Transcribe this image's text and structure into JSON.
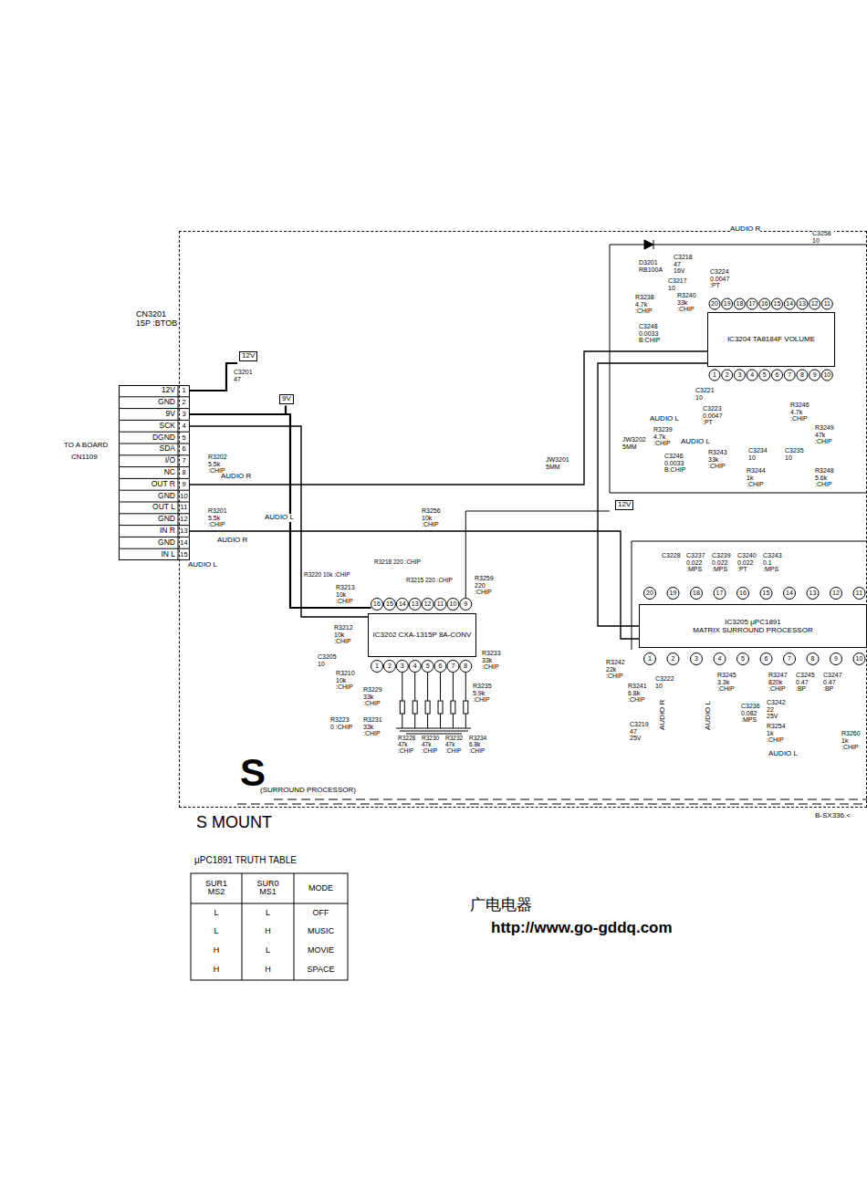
{
  "diagram": {
    "nodes": [
      {
        "text": [
          "S",
          "(SURROUND PROCESSOR)"
        ]
      },
      {
        "text": [
          "CN3201 15P :BTOB"
        ]
      },
      {
        "text": [
          "IC3202 CXA-1315P 8A-CONV"
        ],
        "in": 0
      },
      {
        "text": [
          "IC3204 TA8184F VOLUME"
        ],
        "in": 0
      },
      {
        "text": [
          "IC3205 μPC1891",
          "MATRIX SURROUND PROCESSOR"
        ],
        "in": 0
      }
    ],
    "edges": [
      {
        "from": 1,
        "to": 2,
        "arrow": "none"
      },
      {
        "from": 1,
        "to": 3,
        "arrow": "none"
      },
      {
        "from": 3,
        "to": 4,
        "arrow": "none"
      },
      {
        "from": 1,
        "to": 4,
        "arrow": "none"
      }
    ],
    "labels": [
      "TO A BOARD",
      "CN1109",
      "12V",
      "GND",
      "9V",
      "SCK",
      "DGND",
      "SDA",
      "I/O",
      "NC",
      "OUT R",
      "GND",
      "OUT L",
      "GND",
      "IN R",
      "GND",
      "IN L",
      "1",
      "2",
      "3",
      "4",
      "5",
      "6",
      "7",
      "8",
      "9",
      "10",
      "11",
      "12",
      "13",
      "14",
      "15",
      "12V",
      "C3201 47",
      "9V",
      "R3202 5.5k :CHIP",
      "AUDIO R",
      "R3201 5.5k :CHIP",
      "AUDIO L",
      "AUDIO R",
      "AUDIO L",
      "R3256 10k :CHIP",
      "R3218 220 :CHIP",
      "R3220 10k :CHIP",
      "R3215 220 :CHIP",
      "R3259 220 :CHIP",
      "R3213 10k :CHIP",
      "R3212 10k :CHIP",
      "C3205 10",
      "R3210 10k :CHIP",
      "R3229 33k :CHIP",
      "R3223 0 :CHIP",
      "R3231 33k :CHIP",
      "R3233 33k :CHIP",
      "R3235 5.9k :CHIP",
      "R3228 47k :CHIP",
      "R3230 47k :CHIP",
      "R3232 47k :CHIP",
      "R3234 6.8k :CHIP",
      "1",
      "2",
      "3",
      "4",
      "5",
      "6",
      "7",
      "8",
      "9",
      "10",
      "11",
      "12",
      "13",
      "14",
      "15",
      "16",
      "AUDIO R",
      "C3258 10",
      "D3201 RB100A",
      "C3218 47 16V",
      "C3217 10",
      "C3224 0.0047 :PT",
      "R3238 4.7k :CHIP",
      "R3240 33k :CHIP",
      "C3248 0.0033 B:CHIP",
      "C3221 10",
      "C3223 0.0047 :PT",
      "AUDIO L",
      "R3239 4.7k :CHIP",
      "AUDIO L",
      "JW3201 5MM",
      "JW3202 5MM",
      "C3246 0.0033 B:CHIP",
      "R3243 33k :CHIP",
      "C3234 10",
      "C3235 10",
      "R3244 1k :CHIP",
      "R3248 5.6k :CHIP",
      "R3249 47k :CHIP",
      "R3246 4.7k :CHIP",
      "12V",
      "1",
      "2",
      "3",
      "4",
      "5",
      "6",
      "7",
      "8",
      "9",
      "10",
      "11",
      "12",
      "13",
      "14",
      "15",
      "16",
      "17",
      "18",
      "19",
      "20",
      "C3228",
      "C3237 0.022 :MPS",
      "C3239 0.022 :MPS",
      "C3240 0.022 :PT",
      "C3243 0.1 :MPS",
      "R3242 22k :CHIP",
      "R3241 6.8k :CHIP",
      "C3222 10",
      "C3219 47 25V",
      "AUDIO R",
      "AUDIO L",
      "R3245 3.3k :CHIP",
      "C3236 0.082 :MPS",
      "R3247 820k :CHIP",
      "C3245 0.47 :BP",
      "C3247 0.47 :BP",
      "C3242 22 25V",
      "R3254 1k :CHIP",
      "AUDIO L",
      "R3260 1k :CHIP",
      "1",
      "2",
      "3",
      "4",
      "5",
      "6",
      "7",
      "8",
      "9",
      "10",
      "11",
      "12",
      "13",
      "14",
      "15",
      "16",
      "17",
      "18",
      "19",
      "20",
      "B-SX336.<",
      "S MOUNT",
      "μPC1891 TRUTH TABLE",
      "SUR1 MS2",
      "SUR0 MS1",
      "MODE",
      "L",
      "L",
      "OFF",
      "L",
      "H",
      "MUSIC",
      "H",
      "L",
      "MOVIE",
      "H",
      "H",
      "SPACE",
      "广电电器",
      "http://www.go-gddq.com"
    ]
  }
}
